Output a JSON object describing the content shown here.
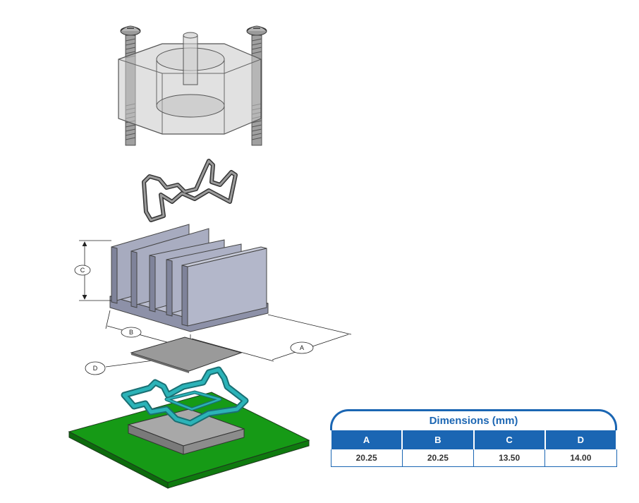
{
  "callouts": {
    "a": "A",
    "b": "B",
    "c": "C",
    "d": "D"
  },
  "table": {
    "title": "Dimensions (mm)",
    "headers": [
      "A",
      "B",
      "C",
      "D"
    ],
    "values": [
      "20.25",
      "20.25",
      "13.50",
      "14.00"
    ]
  },
  "colors": {
    "pcb_green": "#169a16",
    "heatsink_gray": "#a4a8bd",
    "clip_teal": "#2bb3b8",
    "table_blue": "#1b66b3"
  }
}
